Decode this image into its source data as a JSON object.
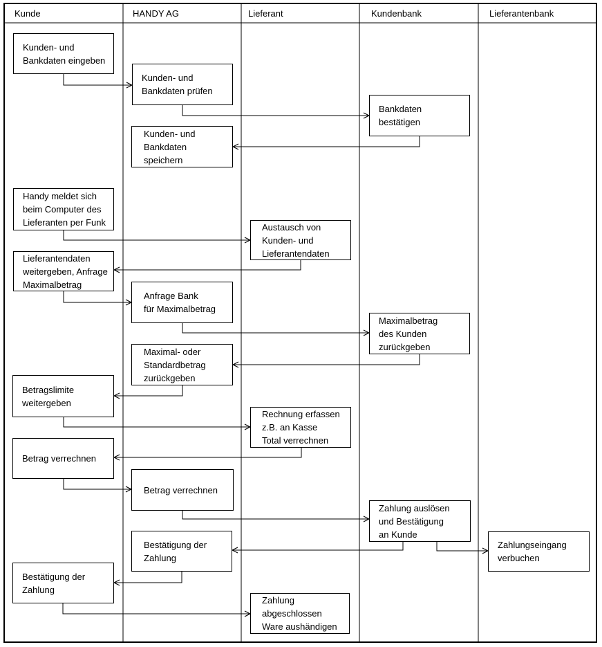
{
  "diagram": {
    "type": "swimlane-flowchart",
    "colors": {
      "line": "#000000",
      "background": "#ffffff",
      "text": "#000000"
    },
    "lanes": [
      {
        "label": "Kunde"
      },
      {
        "label": "HANDY AG"
      },
      {
        "label": "Lieferant"
      },
      {
        "label": "Kundenbank"
      },
      {
        "label": "Lieferantenbank"
      }
    ],
    "boxes": {
      "kunden_bankdaten_eingeben": {
        "lane": "Kunde",
        "text": "Kunden- und\nBankdaten eingeben"
      },
      "kunden_bankdaten_pruefen": {
        "lane": "HANDY AG",
        "text": "Kunden- und\nBankdaten prüfen"
      },
      "bankdaten_bestaetigen": {
        "lane": "Kundenbank",
        "text": "Bankdaten\nbestätigen"
      },
      "kunden_bankdaten_speichern": {
        "lane": "HANDY AG",
        "text": "Kunden- und\nBankdaten\nspeichern"
      },
      "handy_meldet_sich": {
        "lane": "Kunde",
        "text": "Handy meldet sich\nbeim Computer des\nLieferanten per Funk"
      },
      "austausch_daten": {
        "lane": "Lieferant",
        "text": "Austausch von\nKunden- und\nLieferantendaten"
      },
      "lieferantendaten_weitergeben": {
        "lane": "Kunde",
        "text": "Lieferantendaten\nweitergeben, Anfrage\nMaximalbetrag"
      },
      "anfrage_bank": {
        "lane": "HANDY AG",
        "text": "Anfrage Bank\nfür Maximalbetrag"
      },
      "maximalbetrag_zurueckgeben": {
        "lane": "Kundenbank",
        "text": "Maximalbetrag\ndes Kunden\nzurückgeben"
      },
      "maximal_standardbetrag": {
        "lane": "HANDY AG",
        "text": "Maximal- oder\nStandardbetrag\nzurückgeben"
      },
      "betragslimite_weitergeben": {
        "lane": "Kunde",
        "text": "Betragslimite\nweitergeben"
      },
      "rechnung_erfassen": {
        "lane": "Lieferant",
        "text": "Rechnung erfassen\nz.B. an Kasse\nTotal verrechnen"
      },
      "betrag_verrechnen_kunde": {
        "lane": "Kunde",
        "text": "Betrag verrechnen"
      },
      "betrag_verrechnen_handy": {
        "lane": "HANDY AG",
        "text": "Betrag verrechnen"
      },
      "zahlung_ausloesen": {
        "lane": "Kundenbank",
        "text": "Zahlung auslösen\nund Bestätigung\nan Kunde"
      },
      "bestaetigung_zahlung_handy": {
        "lane": "HANDY AG",
        "text": "Bestätigung der\nZahlung"
      },
      "zahlungseingang_verbuchen": {
        "lane": "Lieferantenbank",
        "text": "Zahlungseingang\nverbuchen"
      },
      "bestaetigung_zahlung_kunde": {
        "lane": "Kunde",
        "text": "Bestätigung der\nZahlung"
      },
      "zahlung_abgeschlossen": {
        "lane": "Lieferant",
        "text": "Zahlung\nabgeschlossen\nWare aushändigen"
      }
    },
    "connectors": [
      {
        "from": "kunden_bankdaten_eingeben",
        "to": "kunden_bankdaten_pruefen"
      },
      {
        "from": "kunden_bankdaten_pruefen",
        "to": "bankdaten_bestaetigen"
      },
      {
        "from": "bankdaten_bestaetigen",
        "to": "kunden_bankdaten_speichern"
      },
      {
        "from": "handy_meldet_sich",
        "to": "austausch_daten"
      },
      {
        "from": "austausch_daten",
        "to": "lieferantendaten_weitergeben"
      },
      {
        "from": "lieferantendaten_weitergeben",
        "to": "anfrage_bank"
      },
      {
        "from": "anfrage_bank",
        "to": "maximalbetrag_zurueckgeben"
      },
      {
        "from": "maximalbetrag_zurueckgeben",
        "to": "maximal_standardbetrag"
      },
      {
        "from": "maximal_standardbetrag",
        "to": "betragslimite_weitergeben"
      },
      {
        "from": "betragslimite_weitergeben",
        "to": "rechnung_erfassen"
      },
      {
        "from": "rechnung_erfassen",
        "to": "betrag_verrechnen_kunde"
      },
      {
        "from": "betrag_verrechnen_kunde",
        "to": "betrag_verrechnen_handy"
      },
      {
        "from": "betrag_verrechnen_handy",
        "to": "zahlung_ausloesen"
      },
      {
        "from": "zahlung_ausloesen",
        "to": "bestaetigung_zahlung_handy"
      },
      {
        "from": "zahlung_ausloesen",
        "to": "zahlungseingang_verbuchen"
      },
      {
        "from": "bestaetigung_zahlung_handy",
        "to": "bestaetigung_zahlung_kunde"
      },
      {
        "from": "bestaetigung_zahlung_kunde",
        "to": "zahlung_abgeschlossen"
      }
    ]
  }
}
